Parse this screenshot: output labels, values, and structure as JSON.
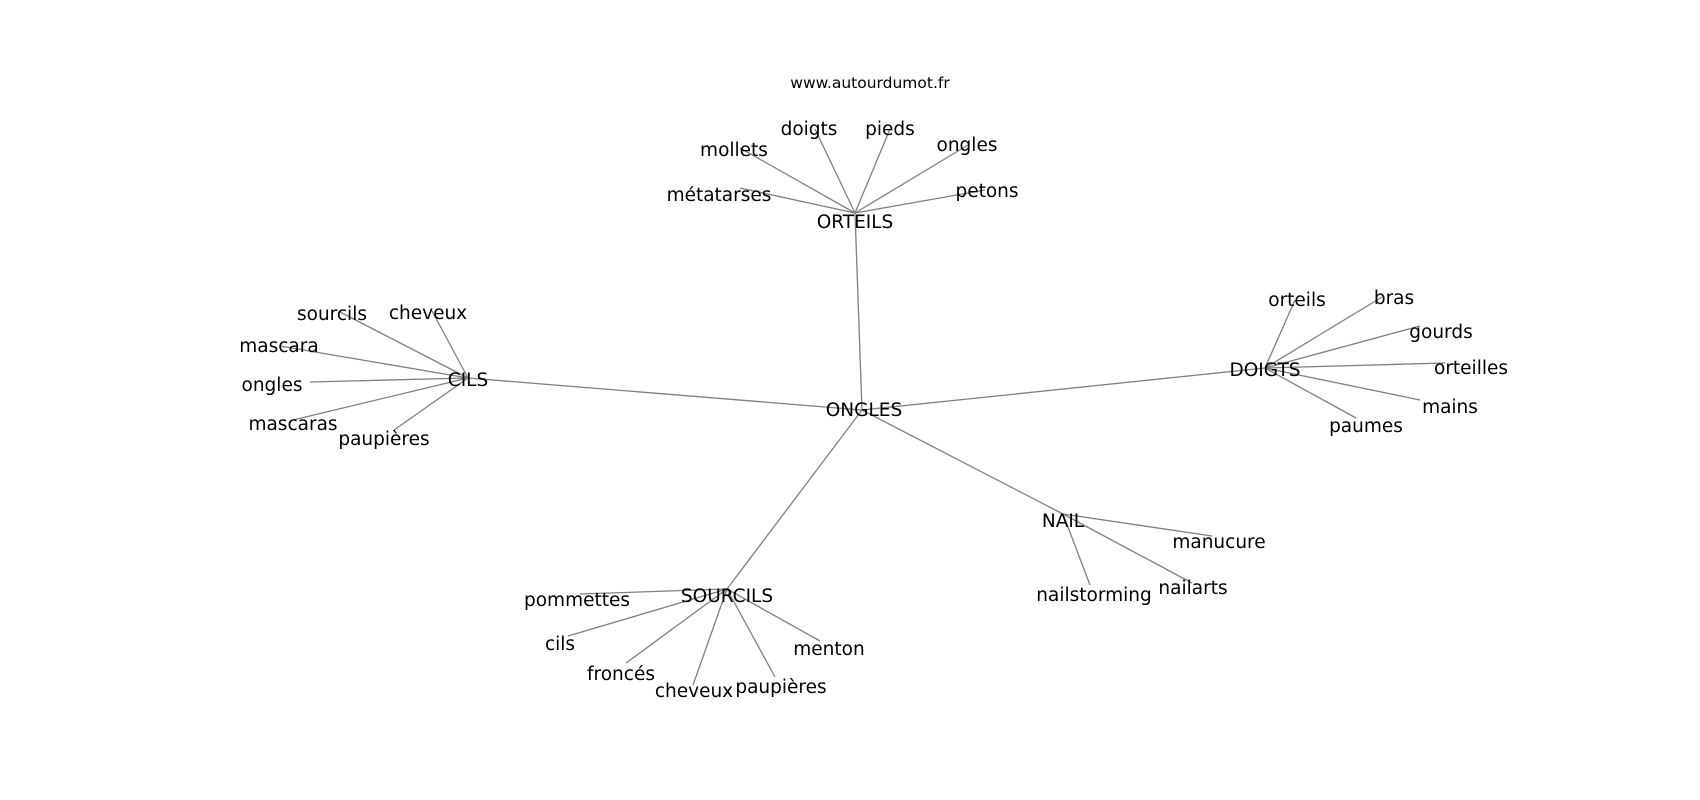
{
  "site": "www.autourdumot.fr",
  "center": {
    "id": "center",
    "label": "ONGLES"
  },
  "hubs": [
    {
      "id": "orteils",
      "label": "ORTEILS",
      "leaves": [
        "métatarses",
        "mollets",
        "doigts",
        "pieds",
        "ongles",
        "petons"
      ]
    },
    {
      "id": "cils",
      "label": "CILS",
      "leaves": [
        "sourcils",
        "cheveux",
        "mascara",
        "ongles",
        "mascaras",
        "paupières"
      ]
    },
    {
      "id": "doigts",
      "label": "DOIGTS",
      "leaves": [
        "orteils",
        "bras",
        "gourds",
        "orteilles",
        "mains",
        "paumes"
      ]
    },
    {
      "id": "nail",
      "label": "NAIL",
      "leaves": [
        "manucure",
        "nailarts",
        "nailstorming"
      ]
    },
    {
      "id": "sourcils",
      "label": "SOURCILS",
      "leaves": [
        "pommettes",
        "cils",
        "froncés",
        "cheveux",
        "paupières",
        "menton"
      ]
    }
  ]
}
